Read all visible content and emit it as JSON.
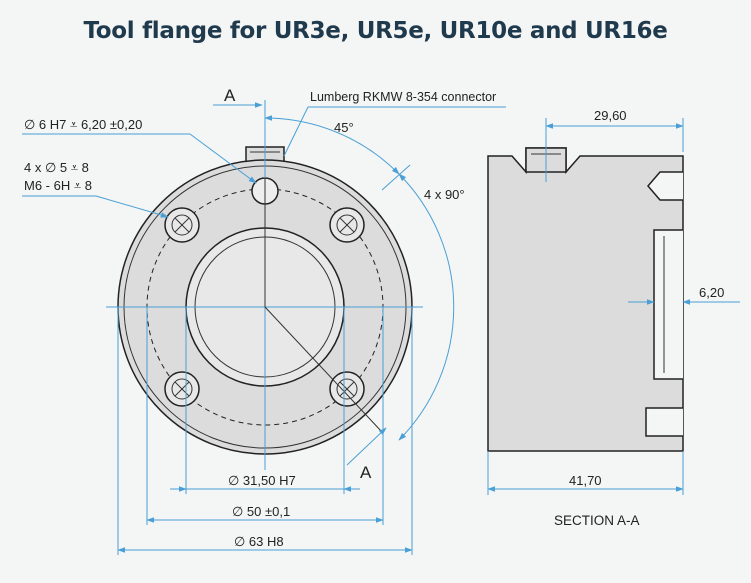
{
  "title": "Tool flange for UR3e, UR5e, UR10e and UR16e",
  "labels": {
    "section_marker_top": "A",
    "section_marker_bottom": "A",
    "connector": "Lumberg RKMW 8-354 connector",
    "pin_hole": "∅ 6 H7 ⩡ 6,20 ±0,20",
    "holes_line1": "4 x ∅ 5 ⩡ 8",
    "holes_line2": "M6 - 6H ⩡ 8",
    "angle_45": "45°",
    "angle_4x90": "4 x 90°",
    "dia_inner": "∅ 31,50 H7",
    "dia_bolt_circle": "∅ 50 ±0,1",
    "dia_outer": "∅ 63 H8",
    "width_29_60": "29,60",
    "depth_6_20": "6,20",
    "width_41_70": "41,70",
    "section_caption": "SECTION A-A"
  },
  "colors": {
    "title": "#1f3a4d",
    "dimension_line": "#4aa0d6",
    "part_fill": "#dcdcdc",
    "background": "#f4f5f5"
  }
}
